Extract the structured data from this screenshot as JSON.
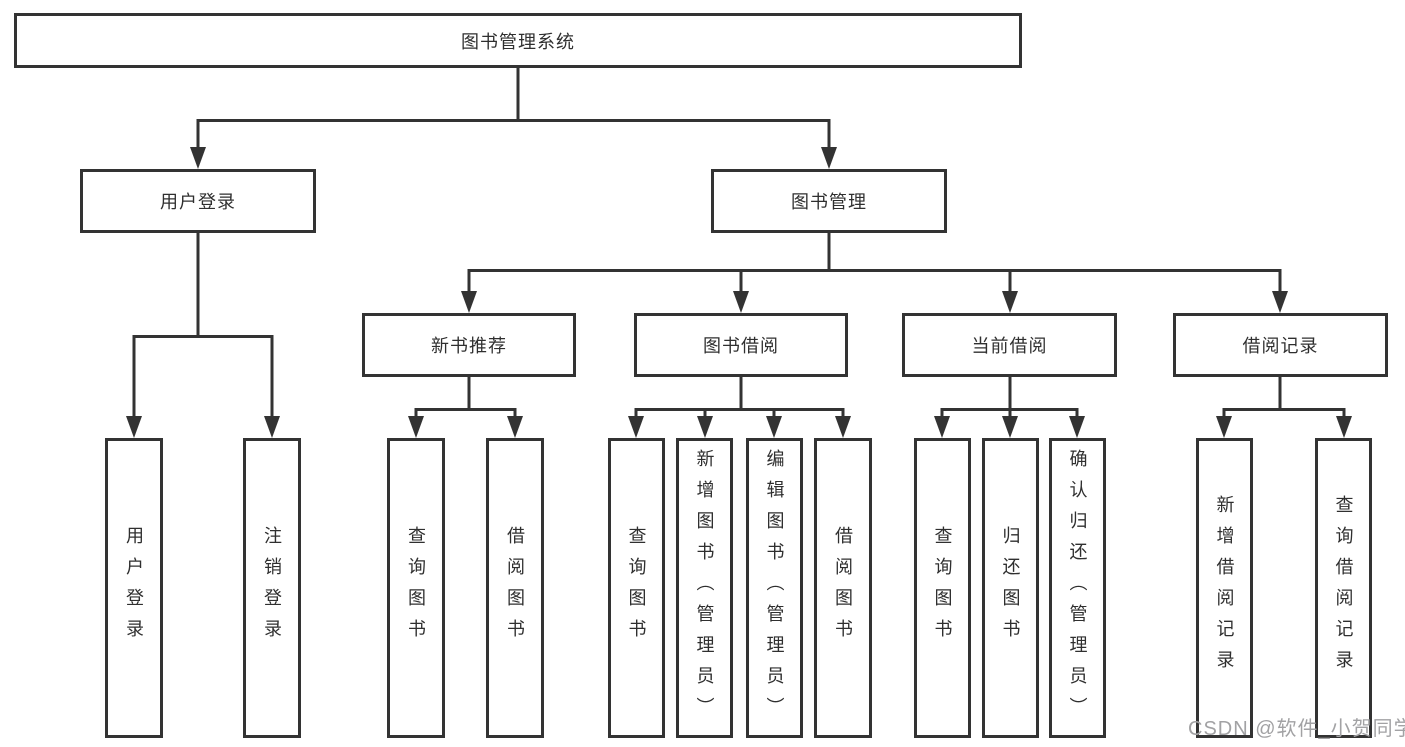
{
  "tree": {
    "label": "图书管理系统",
    "children": [
      {
        "label": "用户登录",
        "children": [
          {
            "label": "用户登录"
          },
          {
            "label": "注销登录"
          }
        ]
      },
      {
        "label": "图书管理",
        "children": [
          {
            "label": "新书推荐",
            "children": [
              {
                "label": "查询图书"
              },
              {
                "label": "借阅图书"
              }
            ]
          },
          {
            "label": "图书借阅",
            "children": [
              {
                "label": "查询图书"
              },
              {
                "label": "新增图书（管理员）"
              },
              {
                "label": "编辑图书（管理员）"
              },
              {
                "label": "借阅图书"
              }
            ]
          },
          {
            "label": "当前借阅",
            "children": [
              {
                "label": "查询图书"
              },
              {
                "label": "归还图书"
              },
              {
                "label": "确认归还（管理员）"
              }
            ]
          },
          {
            "label": "借阅记录",
            "children": [
              {
                "label": "新增借阅记录"
              },
              {
                "label": "查询借阅记录"
              }
            ]
          }
        ]
      }
    ]
  },
  "watermark": {
    "text": "CSDN @软件_小贺同学"
  },
  "colors": {
    "line": "#333333",
    "text": "#2f2f2f",
    "watermark": "#a2a2a4",
    "background": "#ffffff"
  }
}
